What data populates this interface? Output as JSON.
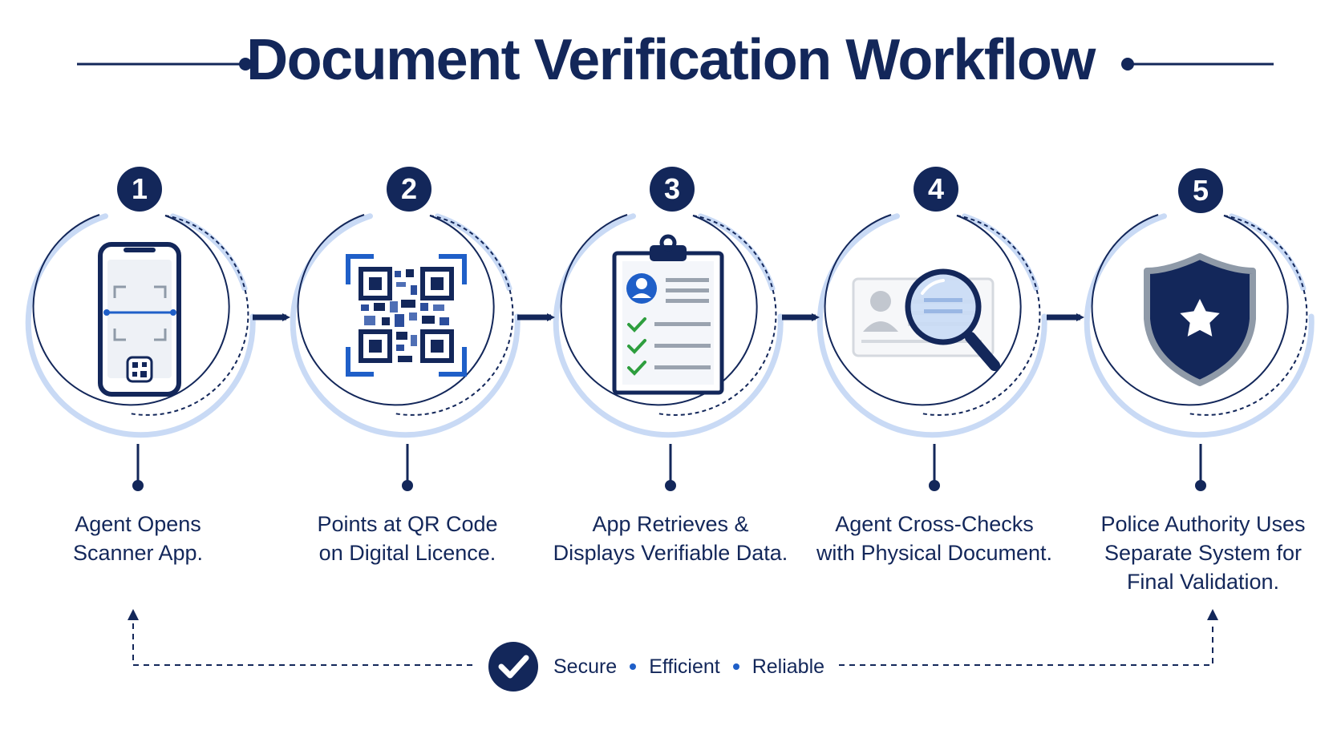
{
  "title": "Document Verification Workflow",
  "steps": [
    {
      "number": "1",
      "label_line1": "Agent Opens",
      "label_line2": "Scanner App.",
      "label_line3": "",
      "icon": "phone-scanner-icon"
    },
    {
      "number": "2",
      "label_line1": "Points at QR Code",
      "label_line2": "on Digital Licence.",
      "label_line3": "",
      "icon": "qr-code-icon"
    },
    {
      "number": "3",
      "label_line1": "App Retrieves &",
      "label_line2": "Displays Verifiable Data.",
      "label_line3": "",
      "icon": "clipboard-checklist-icon"
    },
    {
      "number": "4",
      "label_line1": "Agent Cross-Checks",
      "label_line2": "with Physical Document.",
      "label_line3": "",
      "icon": "magnifier-id-card-icon"
    },
    {
      "number": "5",
      "label_line1": "Police Authority Uses",
      "label_line2": "Separate System for",
      "label_line3": "Final Validation.",
      "icon": "shield-star-icon"
    }
  ],
  "tagline": {
    "word1": "Secure",
    "word2": "Efficient",
    "word3": "Reliable",
    "icon": "checkmark-icon"
  },
  "colors": {
    "navy": "#13275a",
    "light_blue": "#c9daf5",
    "accent_blue": "#1f5fc8",
    "check_green": "#2e9e3e"
  }
}
